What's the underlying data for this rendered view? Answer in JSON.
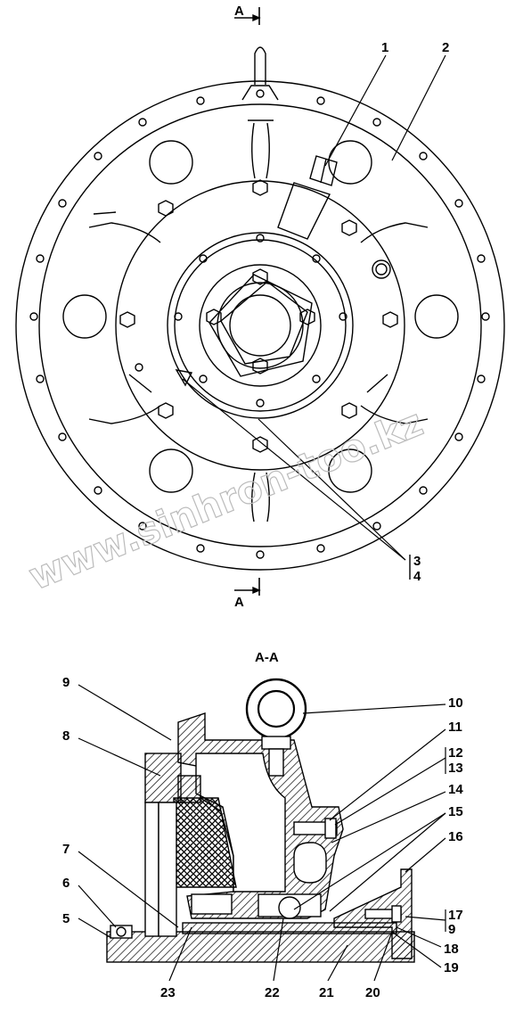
{
  "watermark": "www.sinhron-too.kz",
  "section_marker": "A",
  "section_title": "A-A",
  "top_view_labels": [
    "1",
    "2",
    "3",
    "4"
  ],
  "section_labels": {
    "left": [
      "9",
      "8",
      "7",
      "6",
      "5"
    ],
    "right": [
      "10",
      "11",
      "12",
      "13",
      "14",
      "15",
      "16",
      "17",
      "9",
      "18",
      "19"
    ],
    "bottom": [
      "23",
      "22",
      "21",
      "20"
    ]
  },
  "colors": {
    "line": "#000000",
    "watermark": "#bbbbbb",
    "hatch": "#000000"
  }
}
